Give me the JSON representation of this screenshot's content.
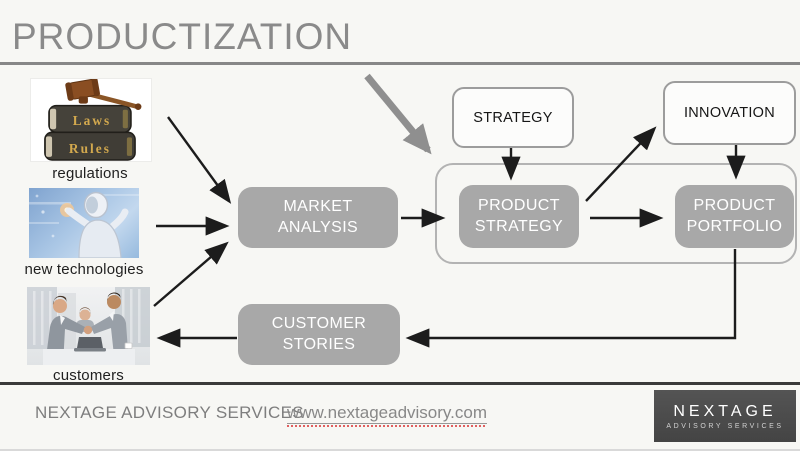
{
  "title": "PRODUCTIZATION",
  "sources": {
    "regulations": {
      "label": "regulations",
      "icon": "gavel-law-books",
      "book_top": "Laws",
      "book_bottom": "Rules"
    },
    "new_technologies": {
      "label": "new technologies",
      "icon": "robot-touchscreen"
    },
    "customers": {
      "label": "customers",
      "icon": "business-handshake"
    }
  },
  "nodes": {
    "market_analysis": {
      "line1": "MARKET",
      "line2": "ANALYSIS"
    },
    "strategy": {
      "label": "STRATEGY"
    },
    "innovation": {
      "label": "INNOVATION"
    },
    "product_strategy": {
      "line1": "PRODUCT",
      "line2": "STRATEGY"
    },
    "product_portfolio": {
      "line1": "PRODUCT",
      "line2": "PORTFOLIO"
    },
    "customer_stories": {
      "line1": "CUSTOMER",
      "line2": "STORIES"
    }
  },
  "edges": [
    {
      "from": "regulations",
      "to": "market_analysis"
    },
    {
      "from": "new_technologies",
      "to": "market_analysis"
    },
    {
      "from": "customers",
      "to": "market_analysis"
    },
    {
      "from": "market_analysis",
      "to": "product_strategy"
    },
    {
      "from": "strategy",
      "to": "product_strategy"
    },
    {
      "from": "product_strategy",
      "to": "product_portfolio"
    },
    {
      "from": "product_strategy",
      "to": "innovation"
    },
    {
      "from": "innovation",
      "to": "product_portfolio"
    },
    {
      "from": "product_portfolio",
      "to": "customer_stories"
    },
    {
      "from": "customer_stories",
      "to": "customers"
    }
  ],
  "footer": {
    "company": "NEXTAGE ADVISORY SERVICES",
    "website": "www.nextageadvisory.com",
    "logo_title": "NEXTAGE",
    "logo_subtitle": "ADVISORY SERVICES"
  },
  "colors": {
    "background": "#f7f7f4",
    "title_text": "#8a8a8a",
    "node_gray": "#a8a8a8",
    "node_text": "#ffffff",
    "white_node_border": "#9c9c9c",
    "group_border": "#b3b3b3",
    "arrow_black": "#1c1c1c",
    "big_arrow_gray": "#8f8f8f",
    "footer_rule": "#3a3a3a",
    "footer_text": "#7e7e7e",
    "logo_background": "#4b4b4b",
    "spellcheck_red": "#e06060",
    "book_gold": "#d3a94e"
  }
}
